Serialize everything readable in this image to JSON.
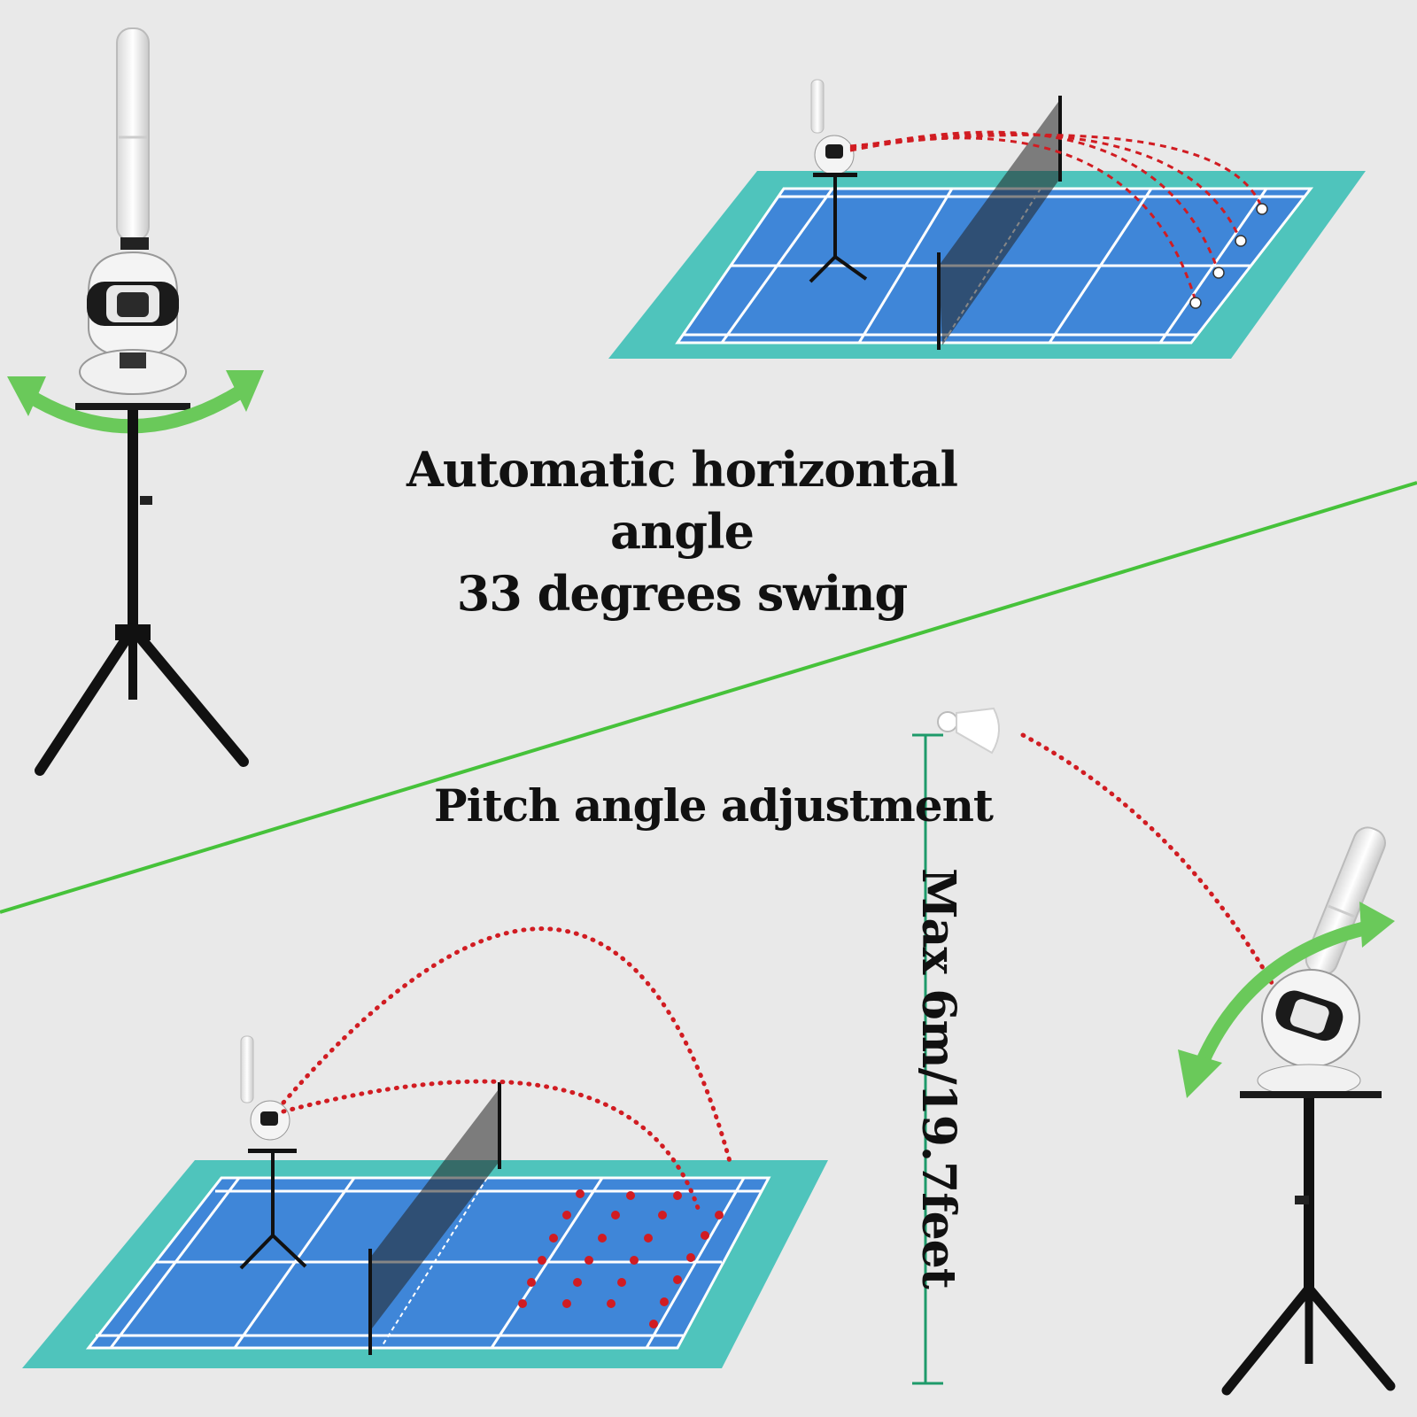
{
  "headline": {
    "line1": "Automatic horizontal angle",
    "line2": "33 degrees swing"
  },
  "pitch_label": "Pitch angle adjustment",
  "height_label": "Max 6m/19.7feet",
  "colors": {
    "background": "#e9e9e9",
    "court_outer": "#4fc4bc",
    "court_inner": "#3f86d8",
    "court_lines": "#ffffff",
    "arrow": "#6ac95a",
    "divider": "#46c23a",
    "trajectory": "#d11c22",
    "stand": "#111111",
    "machine": "#f4f4f4",
    "height_marker": "#1e9a6a"
  },
  "icons": [
    "machine-icon",
    "tripod-icon",
    "shuttlecock-icon",
    "net-icon",
    "swing-arrow-icon"
  ]
}
